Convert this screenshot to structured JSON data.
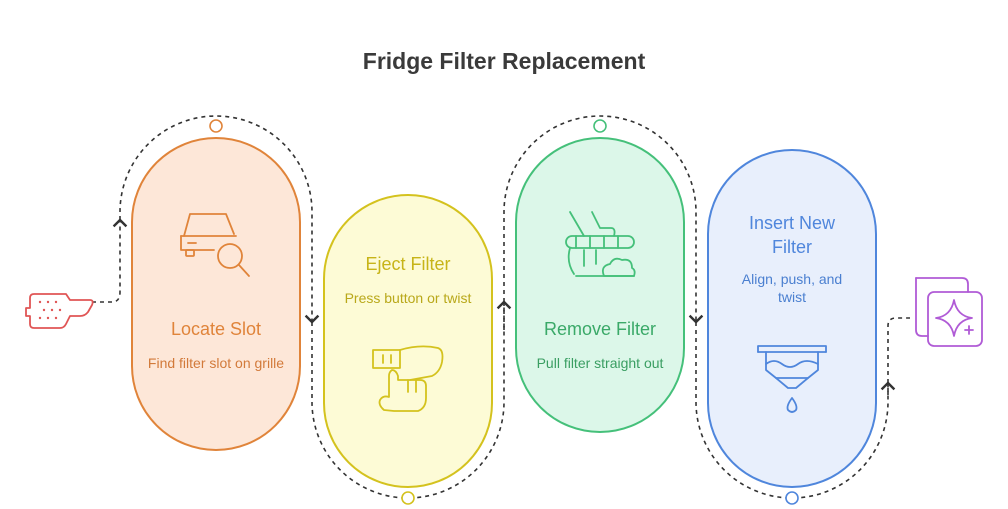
{
  "title": "Fridge Filter Replacement",
  "steps": [
    {
      "title": "Locate Slot",
      "description": "Find filter slot on grille",
      "color": "#e0843a",
      "fill": "#fde7d8",
      "icon": "car-magnifier-icon"
    },
    {
      "title": "Eject Filter",
      "description": "Press button or twist",
      "color": "#d4c21e",
      "fill": "#fdfbd6",
      "icon": "hand-press-button-icon"
    },
    {
      "title": "Remove Filter",
      "description": "Pull filter straight out",
      "color": "#45c07a",
      "fill": "#dcf7e9",
      "icon": "vacuum-cleaning-icon"
    },
    {
      "title": "Insert New Filter",
      "description": "Align, push, and twist",
      "color": "#4f86dc",
      "fill": "#e8effc",
      "icon": "water-filter-icon"
    }
  ],
  "start_icon": "dirty-filter-icon",
  "end_icon": "sparkle-icon",
  "colors": {
    "start": "#e05555",
    "end": "#b05bd6",
    "connector": "#333333"
  }
}
